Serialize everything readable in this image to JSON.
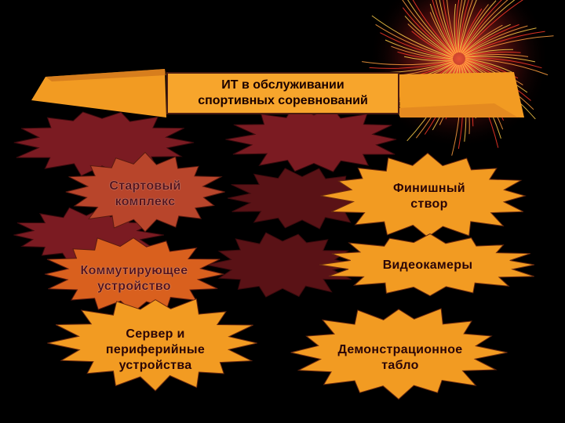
{
  "title": {
    "line1": "ИТ в обслуживании",
    "line2": "спортивных соревнований"
  },
  "nodes": [
    {
      "id": "start",
      "text": "Стартовый\nкомплекс"
    },
    {
      "id": "finish",
      "text": "Финишный\nствор"
    },
    {
      "id": "switch",
      "text": "Коммутирующее\nустройство"
    },
    {
      "id": "cameras",
      "text": "Видеокамеры"
    },
    {
      "id": "server",
      "text": "Сервер и\nпериферийные\nустройства"
    },
    {
      "id": "scoreboard",
      "text": "Демонстрационное\nтабло"
    }
  ],
  "colors": {
    "orange": "#f29b22",
    "orange_dark": "#d9601e",
    "maroon": "#7b1b22",
    "maroon_dark": "#5a1216",
    "rust": "#b8452b",
    "background": "#000000"
  }
}
